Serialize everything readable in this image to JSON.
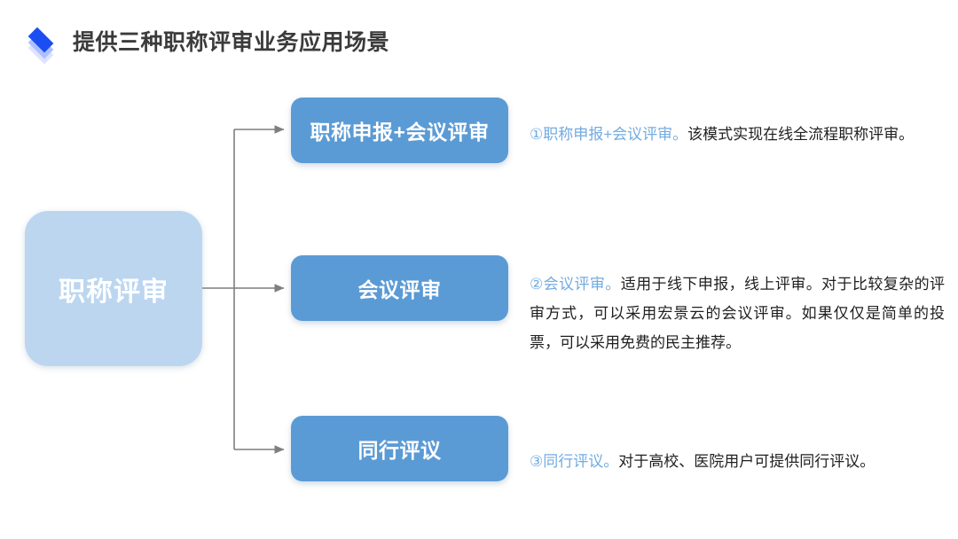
{
  "header": {
    "icon": "layers-diamond-icon",
    "title": "提供三种职称评审业务应用场景"
  },
  "colors": {
    "accent_blue": "#5b9bd5",
    "light_blue": "#bcd6f0",
    "lead_text_blue": "#72abe0",
    "icon_blue": "#1b4ef2",
    "title_gray": "#3b3b3b",
    "connector_gray": "#7f7f7f",
    "body_text": "#1f1f1f"
  },
  "diagram": {
    "type": "tree",
    "root": {
      "label": "职称评审"
    },
    "branches": [
      {
        "id": "branch-1",
        "label": "职称申报+会议评审",
        "description_lead": "①职称申报+会议评审。",
        "description_body": "该模式实现在线全流程职称评审。"
      },
      {
        "id": "branch-2",
        "label": "会议评审",
        "description_lead": "②会议评审。",
        "description_body": "适用于线下申报，线上评审。对于比较复杂的评审方式，可以采用宏景云的会议评审。如果仅仅是简单的投票，可以采用免费的民主推荐。"
      },
      {
        "id": "branch-3",
        "label": "同行评议",
        "description_lead": "③同行评议。",
        "description_body": "对于高校、医院用户可提供同行评议。"
      }
    ]
  }
}
